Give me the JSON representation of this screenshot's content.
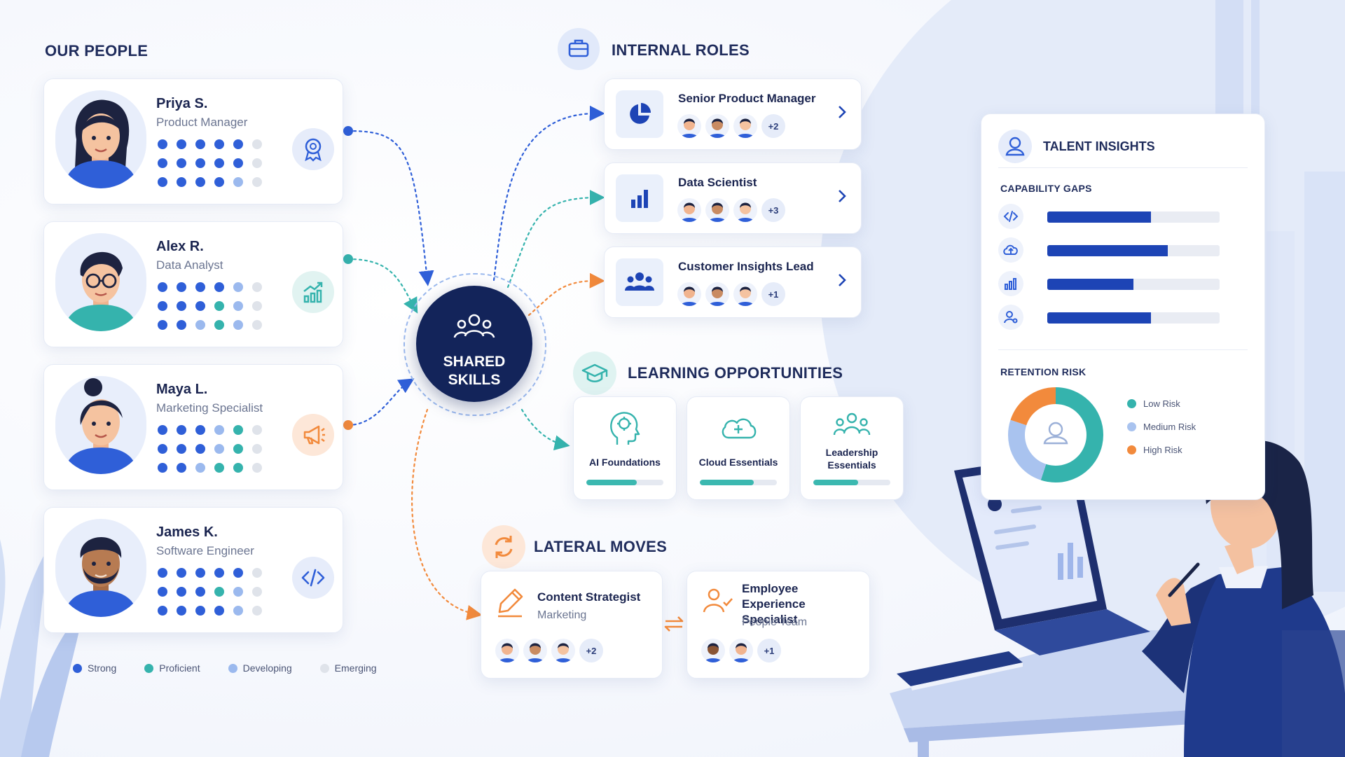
{
  "sections": {
    "our_people": "OUR PEOPLE",
    "internal_roles": "INTERNAL ROLES",
    "learning": "LEARNING OPPORTUNITIES",
    "lateral": "LATERAL MOVES"
  },
  "hub": {
    "line1": "SHARED",
    "line2": "SKILLS"
  },
  "colors": {
    "strong": "#2f5fd8",
    "proficient": "#35b3ad",
    "developing": "#9bb9ee",
    "emerging": "#dfe3ea"
  },
  "people": [
    {
      "name": "Priya S.",
      "role": "Product Manager",
      "badge_icon": "award-icon",
      "levels": [
        [
          "s",
          "s",
          "s",
          "s",
          "s",
          "e"
        ],
        [
          "s",
          "s",
          "s",
          "s",
          "s",
          "e"
        ],
        [
          "s",
          "s",
          "s",
          "s",
          "d",
          "e"
        ]
      ]
    },
    {
      "name": "Alex R.",
      "role": "Data Analyst",
      "badge_icon": "growth-chart-icon",
      "levels": [
        [
          "s",
          "s",
          "s",
          "s",
          "d",
          "e"
        ],
        [
          "s",
          "s",
          "s",
          "p",
          "d",
          "e"
        ],
        [
          "s",
          "s",
          "d",
          "p",
          "d",
          "e"
        ]
      ]
    },
    {
      "name": "Maya L.",
      "role": "Marketing Specialist",
      "badge_icon": "megaphone-icon",
      "levels": [
        [
          "s",
          "s",
          "s",
          "d",
          "p",
          "e"
        ],
        [
          "s",
          "s",
          "s",
          "d",
          "p",
          "e"
        ],
        [
          "s",
          "s",
          "d",
          "p",
          "p",
          "e"
        ]
      ]
    },
    {
      "name": "James K.",
      "role": "Software Engineer",
      "badge_icon": "code-icon",
      "levels": [
        [
          "s",
          "s",
          "s",
          "s",
          "s",
          "e"
        ],
        [
          "s",
          "s",
          "s",
          "p",
          "d",
          "e"
        ],
        [
          "s",
          "s",
          "s",
          "s",
          "d",
          "e"
        ]
      ]
    }
  ],
  "legend": {
    "strong": "Strong",
    "proficient": "Proficient",
    "developing": "Developing",
    "emerging": "Emerging"
  },
  "roles": [
    {
      "name": "Senior Product Manager",
      "icon": "pie-chart-icon",
      "more": "+2"
    },
    {
      "name": "Data Scientist",
      "icon": "bar-chart-icon",
      "more": "+3"
    },
    {
      "name": "Customer Insights Lead",
      "icon": "people-group-icon",
      "more": "+1"
    }
  ],
  "learning": [
    {
      "label": "AI Foundations",
      "icon": "ai-head-icon",
      "progress": 0.65
    },
    {
      "label": "Cloud Essentials",
      "icon": "cloud-plus-icon",
      "progress": 0.7
    },
    {
      "label": "Leadership Essentials",
      "icon": "leadership-group-icon",
      "progress": 0.58
    }
  ],
  "lateral": [
    {
      "name": "Content Strategist",
      "team": "Marketing",
      "icon": "pen-icon",
      "more": "+2"
    },
    {
      "name": "Employee Experience Specialist",
      "team": "People Team",
      "icon": "employee-icon",
      "more": "+1"
    }
  ],
  "insights": {
    "title": "TALENT INSIGHTS",
    "gaps_title": "CAPABILITY GAPS",
    "gaps": [
      {
        "icon": "code-icon",
        "value": 0.6
      },
      {
        "icon": "cloud-upload-icon",
        "value": 0.7
      },
      {
        "icon": "bar-chart-icon",
        "value": 0.5
      },
      {
        "icon": "user-settings-icon",
        "value": 0.6
      }
    ],
    "retention_title": "RETENTION RISK",
    "risk": [
      {
        "label": "Low Risk",
        "value": 0.55,
        "color": "#35b3ad"
      },
      {
        "label": "Medium Risk",
        "value": 0.25,
        "color": "#a9c3ef"
      },
      {
        "label": "High Risk",
        "value": 0.2,
        "color": "#f28a3c"
      }
    ]
  }
}
